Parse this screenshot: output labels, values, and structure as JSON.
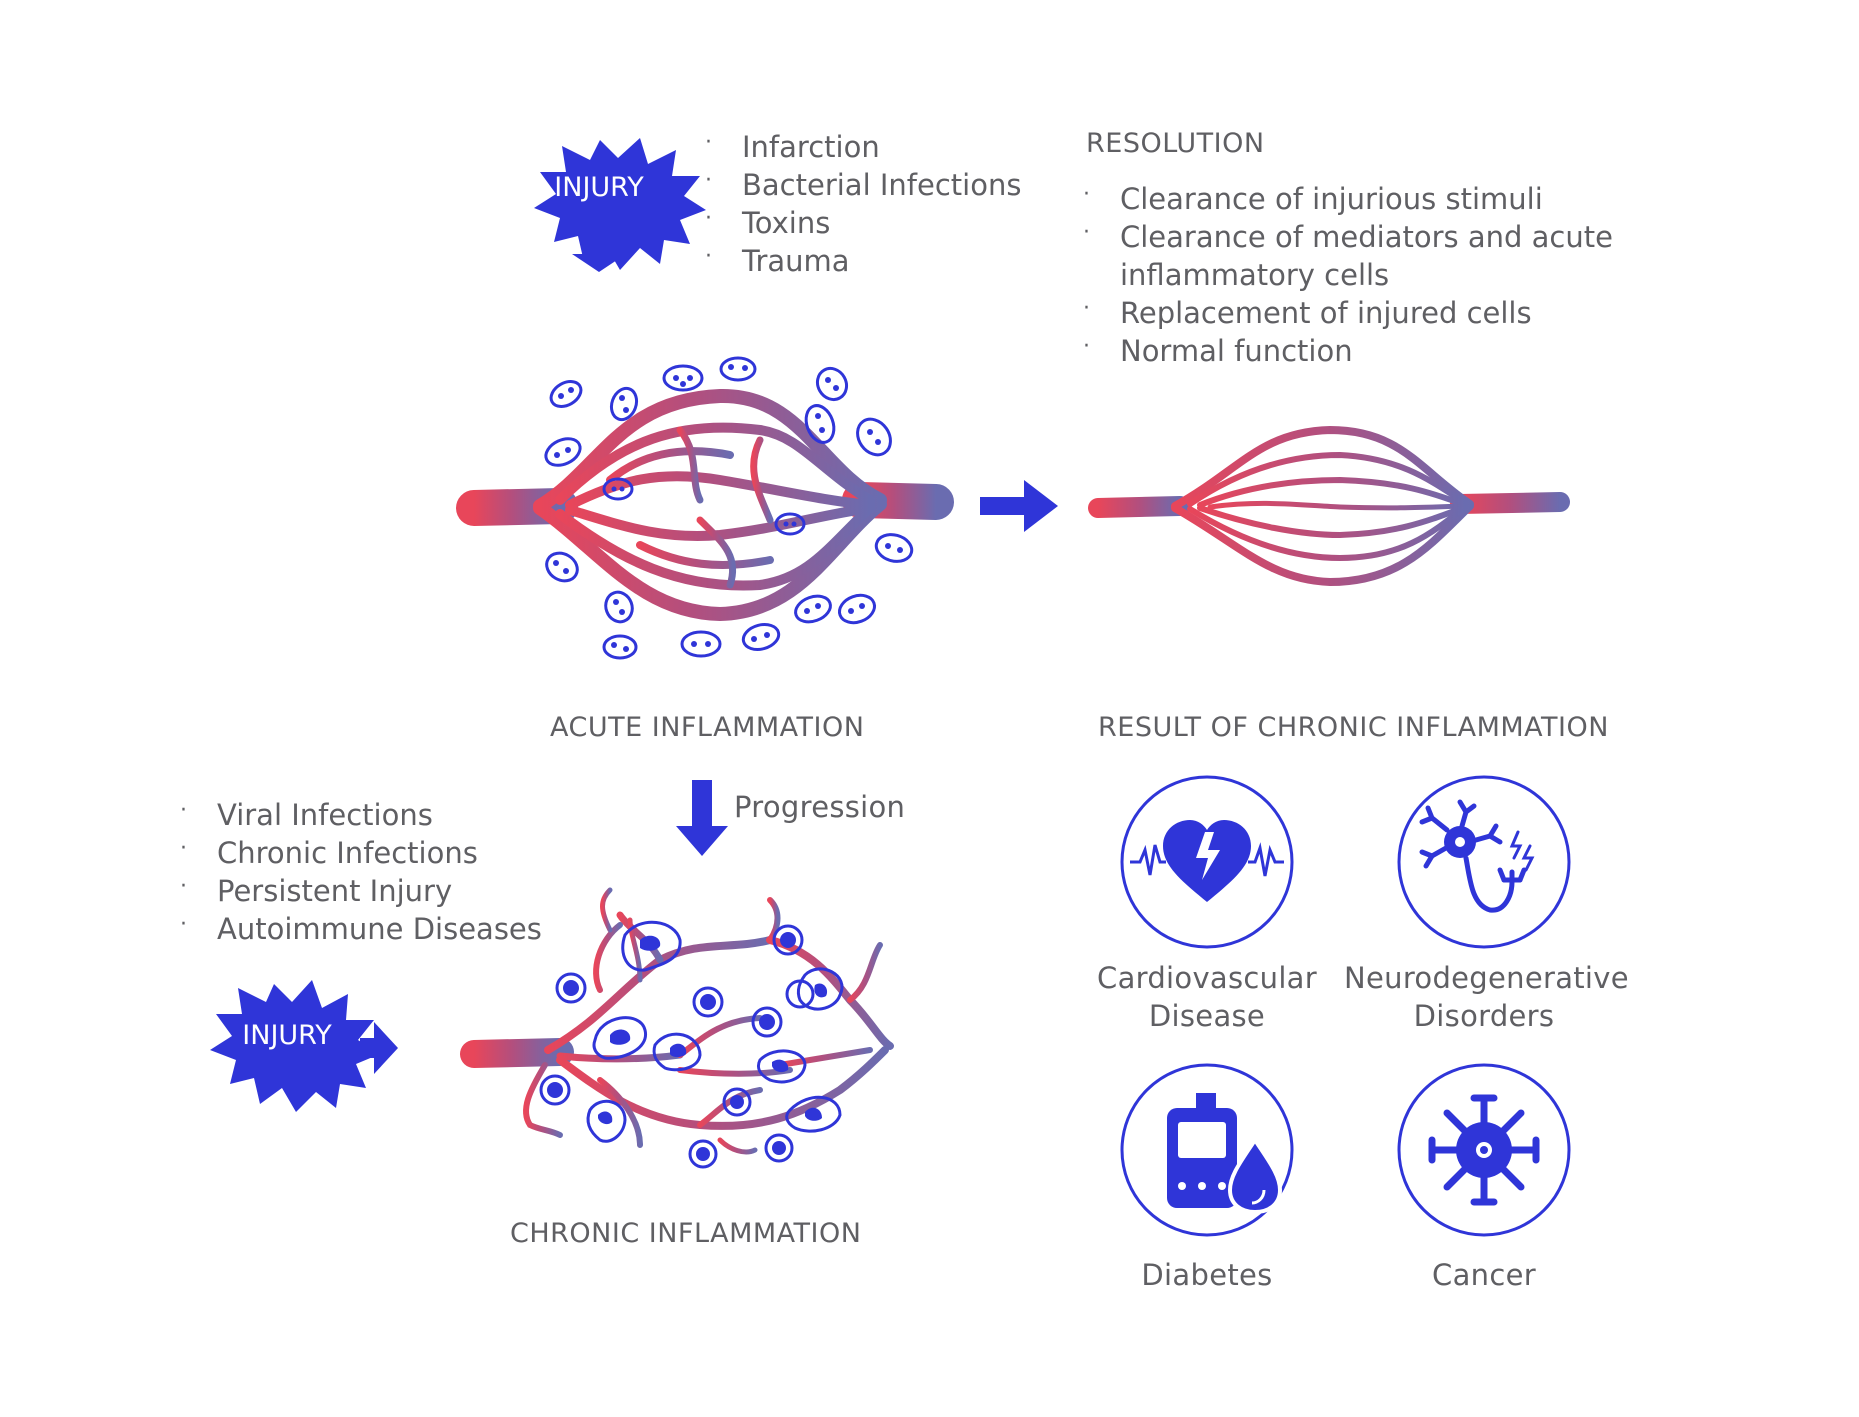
{
  "injury_top": {
    "label": "INJURY"
  },
  "acute_causes": [
    "Infarction",
    "Bacterial Infections",
    "Toxins",
    "Trauma"
  ],
  "resolution": {
    "heading": "RESOLUTION",
    "items": [
      "Clearance of injurious stimuli",
      "Clearance of mediators and acute",
      "inflammatory cells",
      "Replacement of injured cells",
      "Normal function"
    ]
  },
  "acute_label": "ACUTE INFLAMMATION",
  "chronic_result_label": "RESULT OF CHRONIC INFLAMMATION",
  "progression_label": "Progression",
  "chronic_causes": [
    "Viral Infections",
    "Chronic Infections",
    "Persistent Injury",
    "Autoimmune Diseases"
  ],
  "injury_bottom": {
    "label": "INJURY"
  },
  "chronic_label": "CHRONIC INFLAMMATION",
  "results": [
    {
      "line1": "Cardiovascular",
      "line2": "Disease",
      "icon": "broken-heart-icon"
    },
    {
      "line1": "Neurodegenerative",
      "line2": "Disorders",
      "icon": "neuron-icon"
    },
    {
      "line1": "Diabetes",
      "line2": "",
      "icon": "glucometer-icon"
    },
    {
      "line1": "Cancer",
      "line2": "",
      "icon": "cancer-cell-icon"
    }
  ],
  "colors": {
    "accent": "#2f35d8",
    "vessel_start": "#e8465a",
    "vessel_mid": "#a64e8a",
    "vessel_end": "#6a6cb0",
    "text": "#5f5f63"
  }
}
